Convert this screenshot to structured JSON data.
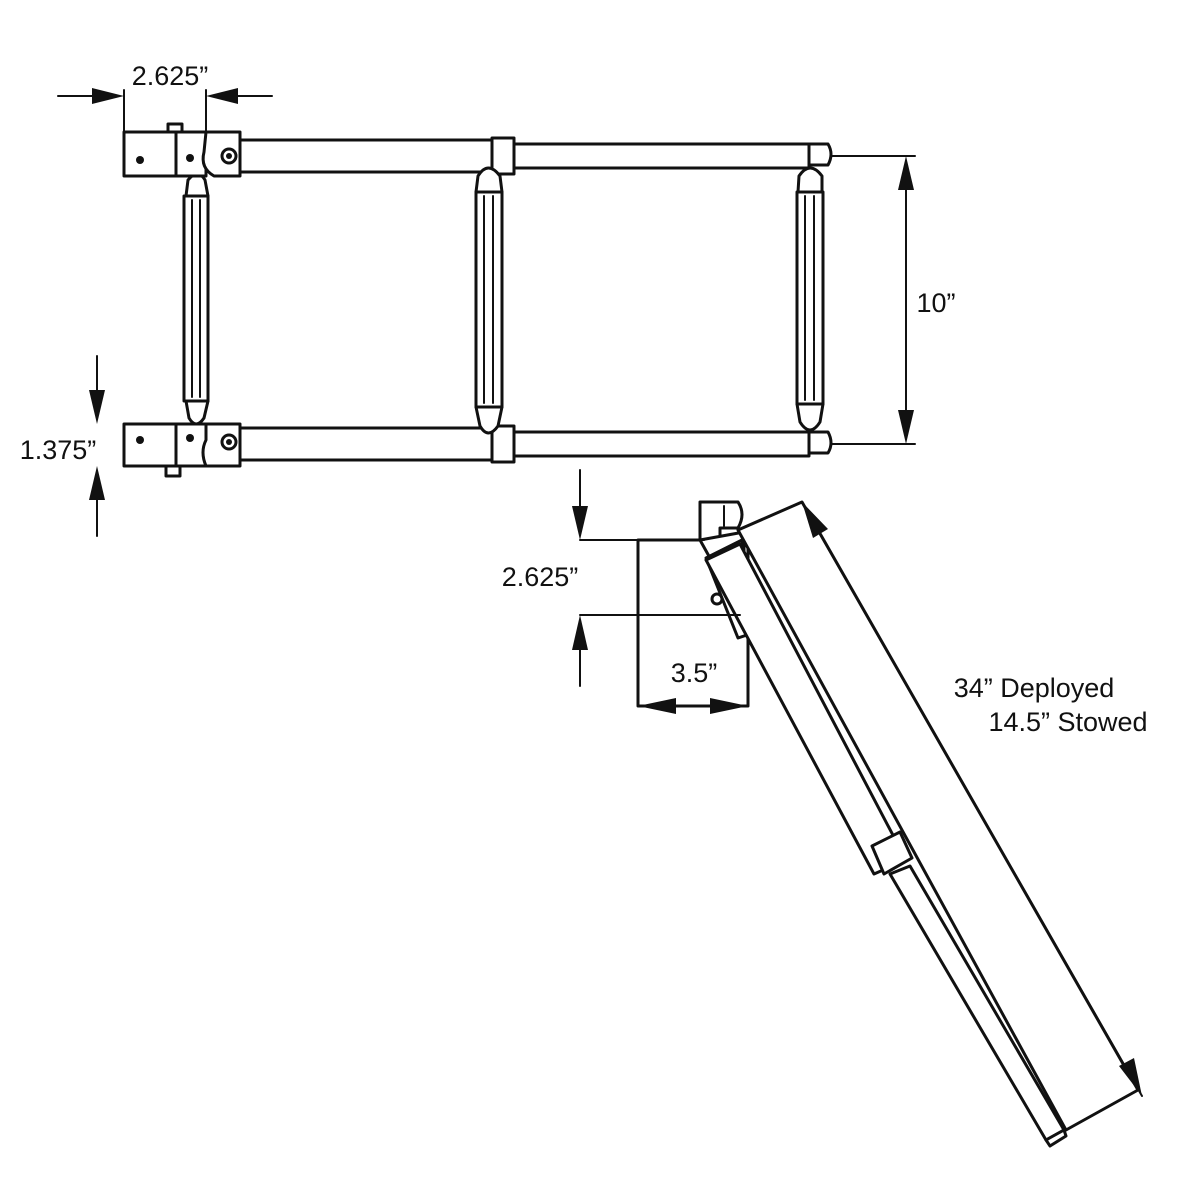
{
  "dimensions": {
    "top_width": "2.625”",
    "height_10": "10”",
    "bracket_height": "1.375”",
    "side_height": "2.625”",
    "side_depth": "3.5”",
    "length_deployed": "34” Deployed",
    "length_stowed": "14.5” Stowed"
  }
}
